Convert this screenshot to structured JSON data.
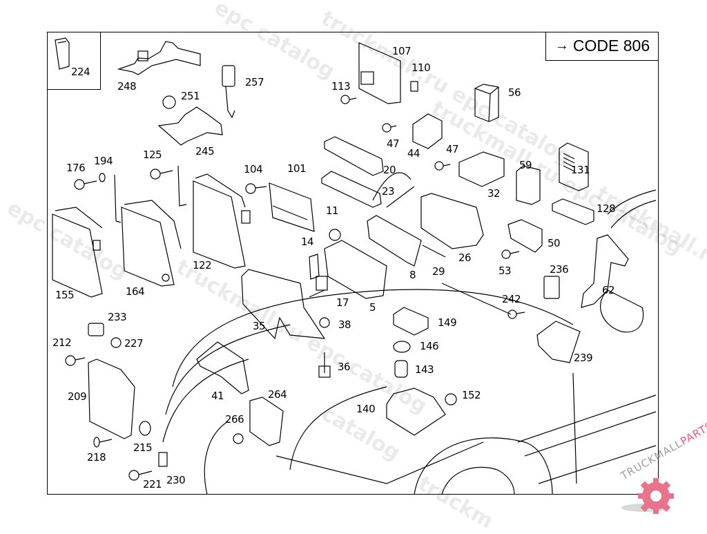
{
  "diagram": {
    "type": "exploded parts diagram",
    "code_box": {
      "arrow": "→",
      "label": "CODE 806"
    },
    "inset_part": "224",
    "part_labels": [
      {
        "id": "224"
      },
      {
        "id": "248"
      },
      {
        "id": "257"
      },
      {
        "id": "251"
      },
      {
        "id": "245"
      },
      {
        "id": "107"
      },
      {
        "id": "110"
      },
      {
        "id": "113"
      },
      {
        "id": "56"
      },
      {
        "id": "47a",
        "text": "47"
      },
      {
        "id": "44"
      },
      {
        "id": "47b",
        "text": "47"
      },
      {
        "id": "59"
      },
      {
        "id": "131"
      },
      {
        "id": "32"
      },
      {
        "id": "128"
      },
      {
        "id": "176"
      },
      {
        "id": "194"
      },
      {
        "id": "125"
      },
      {
        "id": "104"
      },
      {
        "id": "101"
      },
      {
        "id": "20"
      },
      {
        "id": "23"
      },
      {
        "id": "11"
      },
      {
        "id": "14"
      },
      {
        "id": "155"
      },
      {
        "id": "164"
      },
      {
        "id": "122"
      },
      {
        "id": "26"
      },
      {
        "id": "29"
      },
      {
        "id": "50"
      },
      {
        "id": "53"
      },
      {
        "id": "236"
      },
      {
        "id": "62"
      },
      {
        "id": "8"
      },
      {
        "id": "17"
      },
      {
        "id": "5"
      },
      {
        "id": "35"
      },
      {
        "id": "38"
      },
      {
        "id": "242"
      },
      {
        "id": "233"
      },
      {
        "id": "227"
      },
      {
        "id": "212"
      },
      {
        "id": "149"
      },
      {
        "id": "146"
      },
      {
        "id": "143"
      },
      {
        "id": "239"
      },
      {
        "id": "36"
      },
      {
        "id": "209"
      },
      {
        "id": "41"
      },
      {
        "id": "264"
      },
      {
        "id": "266"
      },
      {
        "id": "140"
      },
      {
        "id": "152"
      },
      {
        "id": "218"
      },
      {
        "id": "215"
      },
      {
        "id": "221"
      },
      {
        "id": "230"
      }
    ]
  },
  "labels": {
    "224": "224",
    "248": "248",
    "257": "257",
    "251": "251",
    "245": "245",
    "107": "107",
    "110": "110",
    "113": "113",
    "56": "56",
    "47a": "47",
    "44": "44",
    "47b": "47",
    "59": "59",
    "131": "131",
    "32": "32",
    "128": "128",
    "176": "176",
    "194": "194",
    "125": "125",
    "104": "104",
    "101": "101",
    "20": "20",
    "23": "23",
    "11": "11",
    "14": "14",
    "155": "155",
    "164": "164",
    "122": "122",
    "26": "26",
    "29": "29",
    "50": "50",
    "53": "53",
    "236": "236",
    "62": "62",
    "8": "8",
    "17": "17",
    "5": "5",
    "35": "35",
    "38": "38",
    "242": "242",
    "233": "233",
    "227": "227",
    "212": "212",
    "149": "149",
    "146": "146",
    "143": "143",
    "239": "239",
    "36": "36",
    "209": "209",
    "41": "41",
    "264": "264",
    "266": "266",
    "140": "140",
    "152": "152",
    "218": "218",
    "215": "215",
    "221": "221",
    "230": "230"
  },
  "watermarks": {
    "w1": "epc catalog",
    "w2": "truckmall.ru epc catalog",
    "w3": "epc catalog",
    "w4": "truckmall.ru epc catalog",
    "w5": "truckmall.ru e",
    "w6": "truckmall.ru epc catalog",
    "w7": "catalog",
    "w8": "truckm"
  },
  "logo": {
    "text_gray": "TRUCKMALL",
    "text_red": "PARTS",
    "accent_color": "#e35b7a"
  }
}
